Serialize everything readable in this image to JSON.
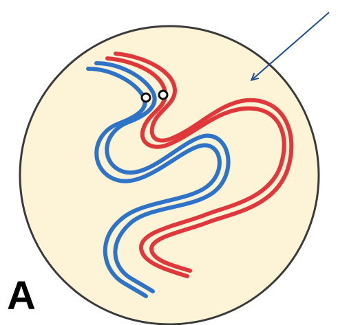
{
  "figure": {
    "panel_label": "A"
  },
  "colors": {
    "background": "#ffffff",
    "cell_fill": "#fdf4d8",
    "cell_outline": "#3a3a3a",
    "strand_red": "#e0383a",
    "strand_blue": "#2f73c8",
    "centromere": "#111111",
    "arrow": "#1f4e8c"
  },
  "elements": {
    "cell": "circular-cell",
    "chromosome_red": "red-homolog",
    "chromosome_blue": "blue-homolog",
    "markers": [
      "black-ring-marker",
      "black-ring-marker"
    ],
    "pointer": "arrow"
  }
}
